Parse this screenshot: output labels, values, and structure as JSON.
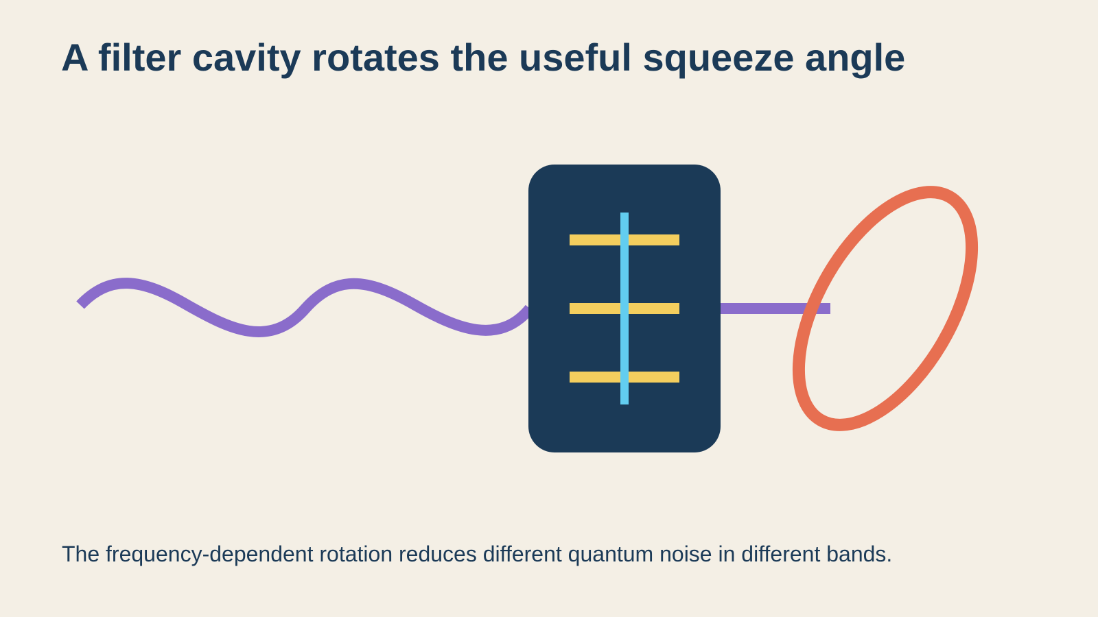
{
  "title": "A filter cavity rotates the useful squeeze angle",
  "caption": "The frequency-dependent rotation reduces different quantum noise in different bands.",
  "colors": {
    "background": "#F4EFE5",
    "text": "#1B3A57",
    "beam": "#8A6CCB",
    "cavity": "#1B3A57",
    "mirrors": "#F4CE5E",
    "axis": "#62CDF0",
    "ellipse": "#E76F51"
  },
  "elements": {
    "input_beam": "wavy-beam",
    "cavity": "filter-cavity",
    "mirror_count": 3,
    "output_beam": "straight-beam",
    "output_state": "rotated-squeezed-ellipse"
  }
}
